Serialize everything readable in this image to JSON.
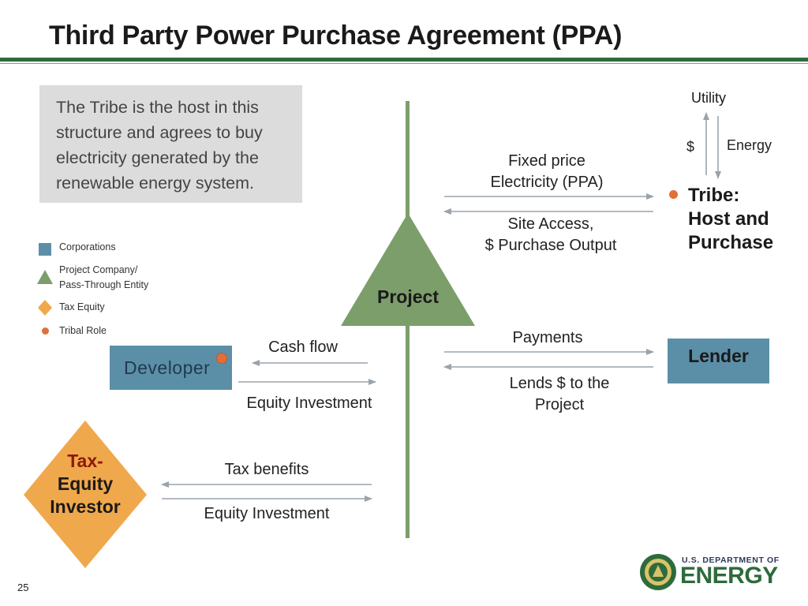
{
  "slide": {
    "title": "Third Party Power Purchase Agreement (PPA)",
    "page_number": "25"
  },
  "note": {
    "text": "The Tribe is the host in this structure and agrees to buy electricity generated by the renewable energy system."
  },
  "legend": {
    "corporations": "Corporations",
    "project_company_line1": "Project Company/",
    "project_company_line2": "Pass-Through Entity",
    "tax_equity": "Tax Equity",
    "tribal_role": "Tribal Role"
  },
  "nodes": {
    "project": "Project",
    "utility": "Utility",
    "tribe_line1": "Tribe:",
    "tribe_line2": "Host and",
    "tribe_line3": "Purchase",
    "lender": "Lender",
    "developer": "Developer",
    "tax_investor_line1": "Tax-",
    "tax_investor_line2": "Equity",
    "tax_investor_line3": "Investor"
  },
  "flows": {
    "utility_dollar": "$",
    "utility_energy": "Energy",
    "fixed_price_line1": "Fixed price",
    "fixed_price_line2": "Electricity (PPA)",
    "site_access_line1": "Site Access,",
    "site_access_line2": "$ Purchase Output",
    "payments": "Payments",
    "lends_line1": "Lends $ to the",
    "lends_line2": "Project",
    "cash_flow": "Cash flow",
    "dev_equity": "Equity Investment",
    "tax_benefits": "Tax benefits",
    "tax_equity_investment": "Equity Investment"
  },
  "logo": {
    "line1": "U.S. DEPARTMENT OF",
    "line2": "ENERGY"
  },
  "colors": {
    "title_rule": "#2e6b3c",
    "project_green": "#7c9e6a",
    "corp_blue": "#5b8fa8",
    "tax_orange": "#f0a84c",
    "tribal_dot": "#e0703a",
    "note_gray": "#dcdcdc"
  }
}
